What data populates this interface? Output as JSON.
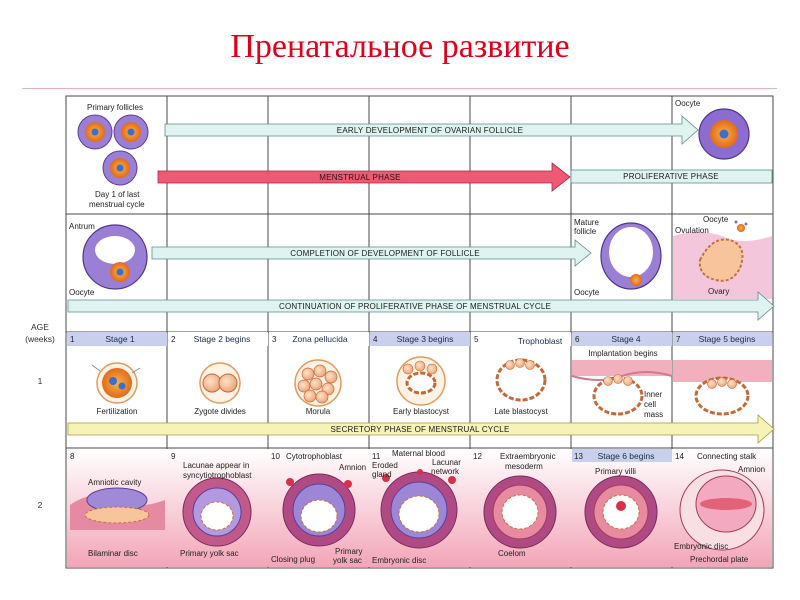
{
  "title": "Пренатальное развитие",
  "axis": {
    "age_label": "AGE",
    "weeks_label": "(weeks)",
    "week1": "1",
    "week2": "2"
  },
  "arrows": {
    "early_dev": "EARLY DEVELOPMENT OF OVARIAN FOLLICLE",
    "menstrual": "MENSTRUAL PHASE",
    "proliferative": "PROLIFERATIVE PHASE",
    "completion": "COMPLETION OF DEVELOPMENT OF FOLLICLE",
    "continuation": "CONTINUATION OF PROLIFERATIVE PHASE OF MENSTRUAL CYCLE",
    "secretory": "SECRETORY PHASE OF MENSTRUAL CYCLE"
  },
  "top_labels": {
    "primary_follicles": "Primary follicles",
    "day1_a": "Day 1 of last",
    "day1_b": "menstrual cycle",
    "oocyte_top": "Oocyte",
    "antrum": "Antrum",
    "oocyte_mid": "Oocyte",
    "mature_a": "Mature",
    "mature_b": "follicle",
    "oocyte_r": "Oocyte",
    "oocyte_r2": "Oocyte",
    "ovulation": "Ovulation",
    "ovary": "Ovary"
  },
  "stages": [
    {
      "num": "1",
      "header": "Stage 1",
      "caption": "Fertilization"
    },
    {
      "num": "2",
      "header": "Stage 2 begins",
      "caption": "Zygote divides"
    },
    {
      "num": "3",
      "header": "Zona pellucida",
      "caption": "Morula"
    },
    {
      "num": "4",
      "header": "Stage 3 begins",
      "caption": "Early blastocyst"
    },
    {
      "num": "5",
      "header": "Trophoblast",
      "caption": "Late blastocyst"
    },
    {
      "num": "6",
      "header": "Stage 4",
      "caption": "Implantation begins"
    },
    {
      "num": "7",
      "header": "Stage 5 begins",
      "caption": ""
    }
  ],
  "inner_cell_mass": {
    "a": "Inner",
    "b": "cell",
    "c": "mass"
  },
  "week2": [
    {
      "num": "8",
      "label_a": "Amniotic cavity",
      "label_b": "Bilaminar disc"
    },
    {
      "num": "9",
      "label_a": "Lacunae appear in",
      "label_a2": "syncytiotrophoblast",
      "label_b": "Primary yolk sac"
    },
    {
      "num": "10",
      "label_a": "Cytotrophoblast",
      "label_a2": "Amnion",
      "label_b": "Closing plug",
      "label_b2": "Primary",
      "label_b3": "yolk sac"
    },
    {
      "num": "11",
      "label_a": "Maternal blood",
      "label_a2": "Eroded",
      "label_a3": "gland",
      "label_a4": "Lacunar",
      "label_a5": "network",
      "label_b": "Embryonic disc"
    },
    {
      "num": "12",
      "label_a": "Extraembryonic",
      "label_a2": "mesoderm",
      "label_b": "Coelom"
    },
    {
      "num": "13",
      "header": "Stage 6 begins",
      "label_a": "Primary villi"
    },
    {
      "num": "14",
      "label_a": "Connecting stalk",
      "label_a2": "Amnion",
      "label_b": "Embryonic disc",
      "label_b2": "Prechordal plate"
    }
  ],
  "colors": {
    "title": "#e0001a",
    "arrow_teal": "#dff3f1",
    "arrow_pink": "#ee5a74",
    "arrow_yellow": "#f6f2b8",
    "stage_header": "#c8d0ee",
    "follicle": "#8a6ac6",
    "oocyte": "#e88a2e",
    "week2_bg": "#f6c8d4"
  }
}
